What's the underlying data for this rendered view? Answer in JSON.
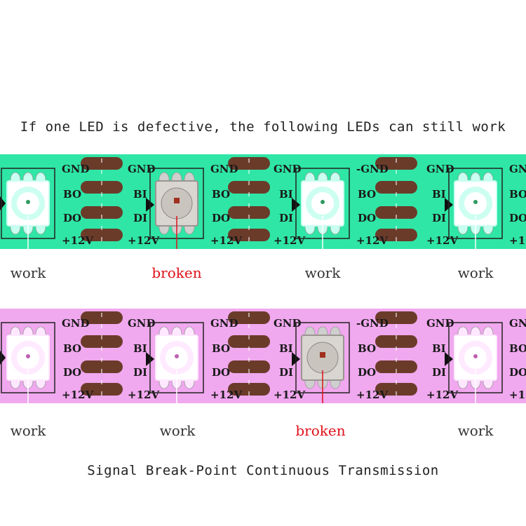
{
  "headings": {
    "top": "If one LED is defective, the following LEDs can still work",
    "bottom": "Signal Break-Point Continuous Transmission"
  },
  "strips": [
    {
      "name": "green-strip",
      "color": "#2fe6a6",
      "glow": "#c8fff0",
      "leds": [
        {
          "status_label": "work",
          "state": "lit"
        },
        {
          "status_label": "broken",
          "state": "broken"
        },
        {
          "status_label": "work",
          "state": "lit"
        },
        {
          "status_label": "work",
          "state": "lit"
        }
      ]
    },
    {
      "name": "pink-strip",
      "color": "#f0a8ee",
      "glow": "#ffe8ff",
      "leds": [
        {
          "status_label": "work",
          "state": "lit"
        },
        {
          "status_label": "work",
          "state": "lit"
        },
        {
          "status_label": "broken",
          "state": "broken"
        },
        {
          "status_label": "work",
          "state": "lit"
        }
      ]
    }
  ],
  "pcb_labels": {
    "gnd": "GND",
    "gnd_dash": "-GND",
    "bo": "BO",
    "bi": "BI",
    "do": "DO",
    "di": "DI",
    "v12": "+12V"
  },
  "colors": {
    "broken_label": "#e0101a",
    "work_label": "#333333",
    "pad": "#6b3b2a"
  }
}
